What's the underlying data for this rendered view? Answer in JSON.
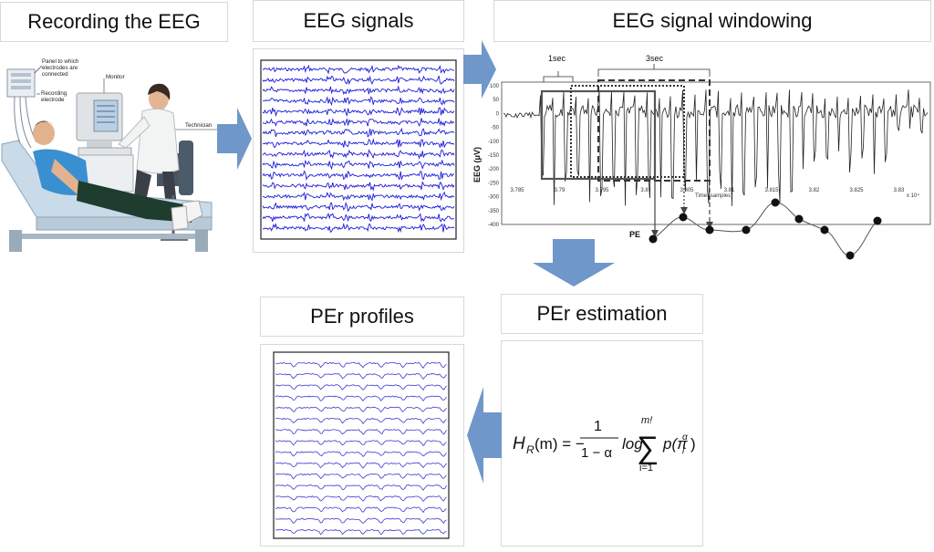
{
  "titles": {
    "recording": "Recording the EEG",
    "signals": "EEG signals",
    "windowing": "EEG signal windowing",
    "estimation": "PEr estimation",
    "profiles": "PEr profiles"
  },
  "recording_labels": {
    "panel": "Panel to which electrodes are connected",
    "panel_l1": "Panel to which",
    "panel_l2": "electrodes are",
    "panel_l3": "connected",
    "electrode_l1": "Recording",
    "electrode_l2": "electrode",
    "monitor": "Monitor",
    "technician": "Technician"
  },
  "windowing": {
    "label_1sec": "1sec",
    "label_3sec": "3sec",
    "ylabel": "EEG (μV)",
    "xlabel": "Time (samples)",
    "x_multiplier": "x 10⁴",
    "pe_label": "PE",
    "yticks": [
      "100",
      "50",
      "0",
      "-50",
      "-100",
      "-150",
      "-200",
      "-250",
      "-300",
      "-350",
      "-400"
    ],
    "xticks": [
      "3.785",
      "3.79",
      "3.795",
      "3.8",
      "3.805",
      "3.81",
      "3.815",
      "3.82",
      "3.825",
      "3.83"
    ]
  },
  "formula": {
    "lhs": "H",
    "lhs_sub": "R",
    "lhs_arg": "(m) = −",
    "frac_num": "1",
    "frac_den": "1 − α",
    "log": "log",
    "sum_top": "m!",
    "sum_bottom": "i=1",
    "sigma": "∑",
    "term": "p(π",
    "term_sup": "α",
    "term_sub": "i",
    "term_close": ")"
  },
  "colors": {
    "arrow": "#6f97c9",
    "eeg_blue": "#1a1adb",
    "profile_blue": "#3a3ad6",
    "shirt": "#3a8fd0",
    "pants": "#1e3d2e"
  }
}
